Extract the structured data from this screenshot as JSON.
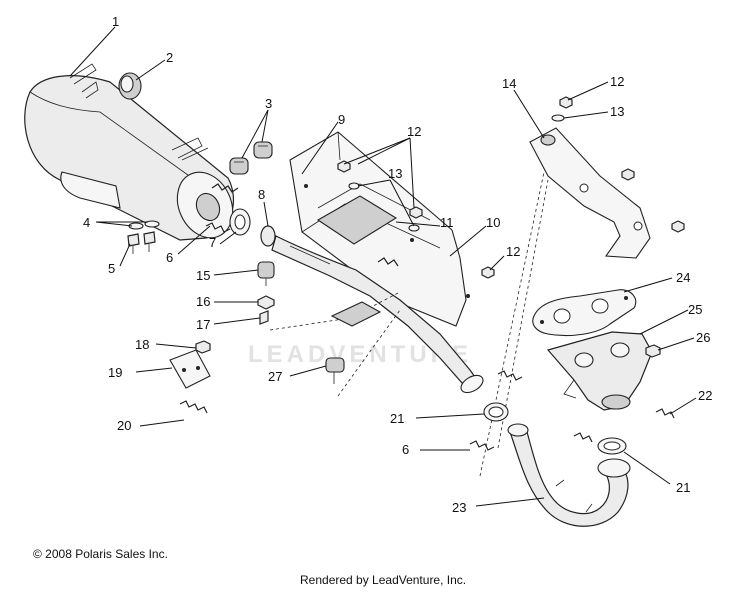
{
  "diagram": {
    "watermark": "LEADVENTURE",
    "copyright": "© 2008 Polaris Sales Inc.",
    "rendered_by": "Rendered by LeadVenture, Inc.",
    "callouts": [
      "1",
      "2",
      "3",
      "4",
      "5",
      "6",
      "7",
      "8",
      "9",
      "10",
      "11",
      "12",
      "12",
      "12",
      "13",
      "13",
      "14",
      "15",
      "16",
      "17",
      "18",
      "19",
      "20",
      "21",
      "21",
      "22",
      "23",
      "24",
      "25",
      "26",
      "27",
      "6"
    ]
  }
}
